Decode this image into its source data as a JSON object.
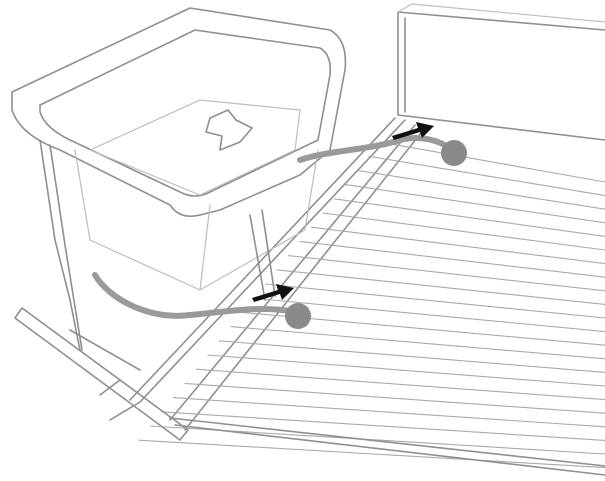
{
  "colors": {
    "line": "#8f8f8f",
    "light_line": "#bdbdbd",
    "strap": "#9a9a9a",
    "knob": "#8a8a8a",
    "arrow": "#111111",
    "background": "#ffffff"
  },
  "parts": {
    "bassinet": "bassinet",
    "parent_bed": "bed",
    "straps": 2,
    "direction_arrows": 2,
    "tighten_arrows": 2
  }
}
